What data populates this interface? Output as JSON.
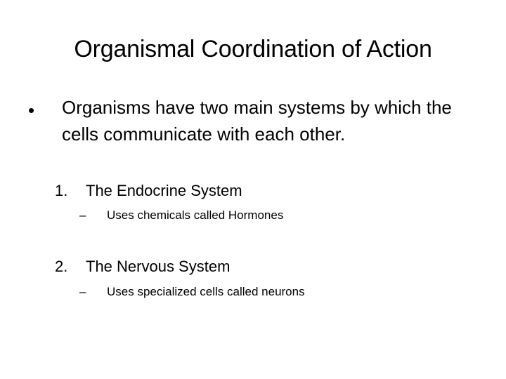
{
  "slide": {
    "background_color": "#ffffff",
    "text_color": "#000000",
    "title": "Organismal Coordination of Action",
    "bullets": [
      {
        "level": 1,
        "marker": "•",
        "marker_name": "round-bullet",
        "text": "Organisms have two main systems by which the cells communicate with each other."
      },
      {
        "level": 2,
        "marker": "1.",
        "marker_name": "number-marker-one",
        "text": "The Endocrine System"
      },
      {
        "level": 3,
        "marker": "–",
        "marker_name": "en-dash-marker",
        "text": "Uses chemicals called Hormones"
      },
      {
        "level": 2,
        "marker": "2.",
        "marker_name": "number-marker-two",
        "text": "The Nervous System"
      },
      {
        "level": 3,
        "marker": "–",
        "marker_name": "en-dash-marker",
        "text": "Uses specialized cells called neurons"
      }
    ]
  }
}
